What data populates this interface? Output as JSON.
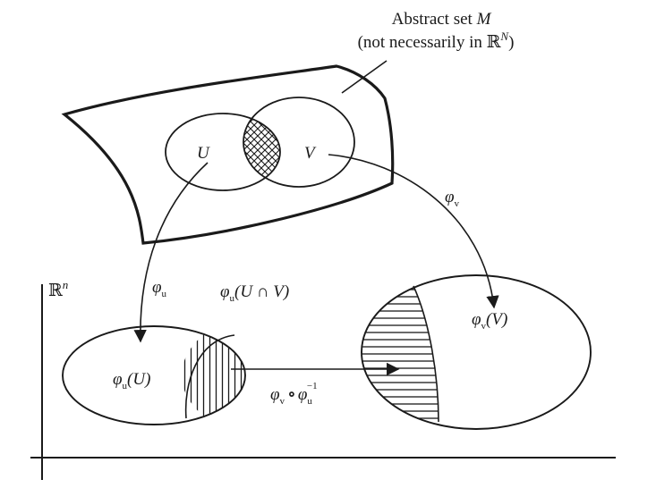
{
  "manifold": {
    "title_line1": "Abstract set ",
    "title_M": "M",
    "title_line2_pre": "(not necessarily in ",
    "title_R": "ℝ",
    "title_N": "N",
    "title_line2_post": ")"
  },
  "sets": {
    "U": "U",
    "V": "V"
  },
  "maps": {
    "phi": "φ",
    "sub_u": "u",
    "sub_v": "v",
    "phi_u_U": "(U)",
    "phi_v_V": "(V)",
    "phi_u_intersection": "(U ∩ V)",
    "composition_op": "∘",
    "inverse_exp": "−1"
  },
  "space": {
    "R": "ℝ",
    "n": "n"
  }
}
